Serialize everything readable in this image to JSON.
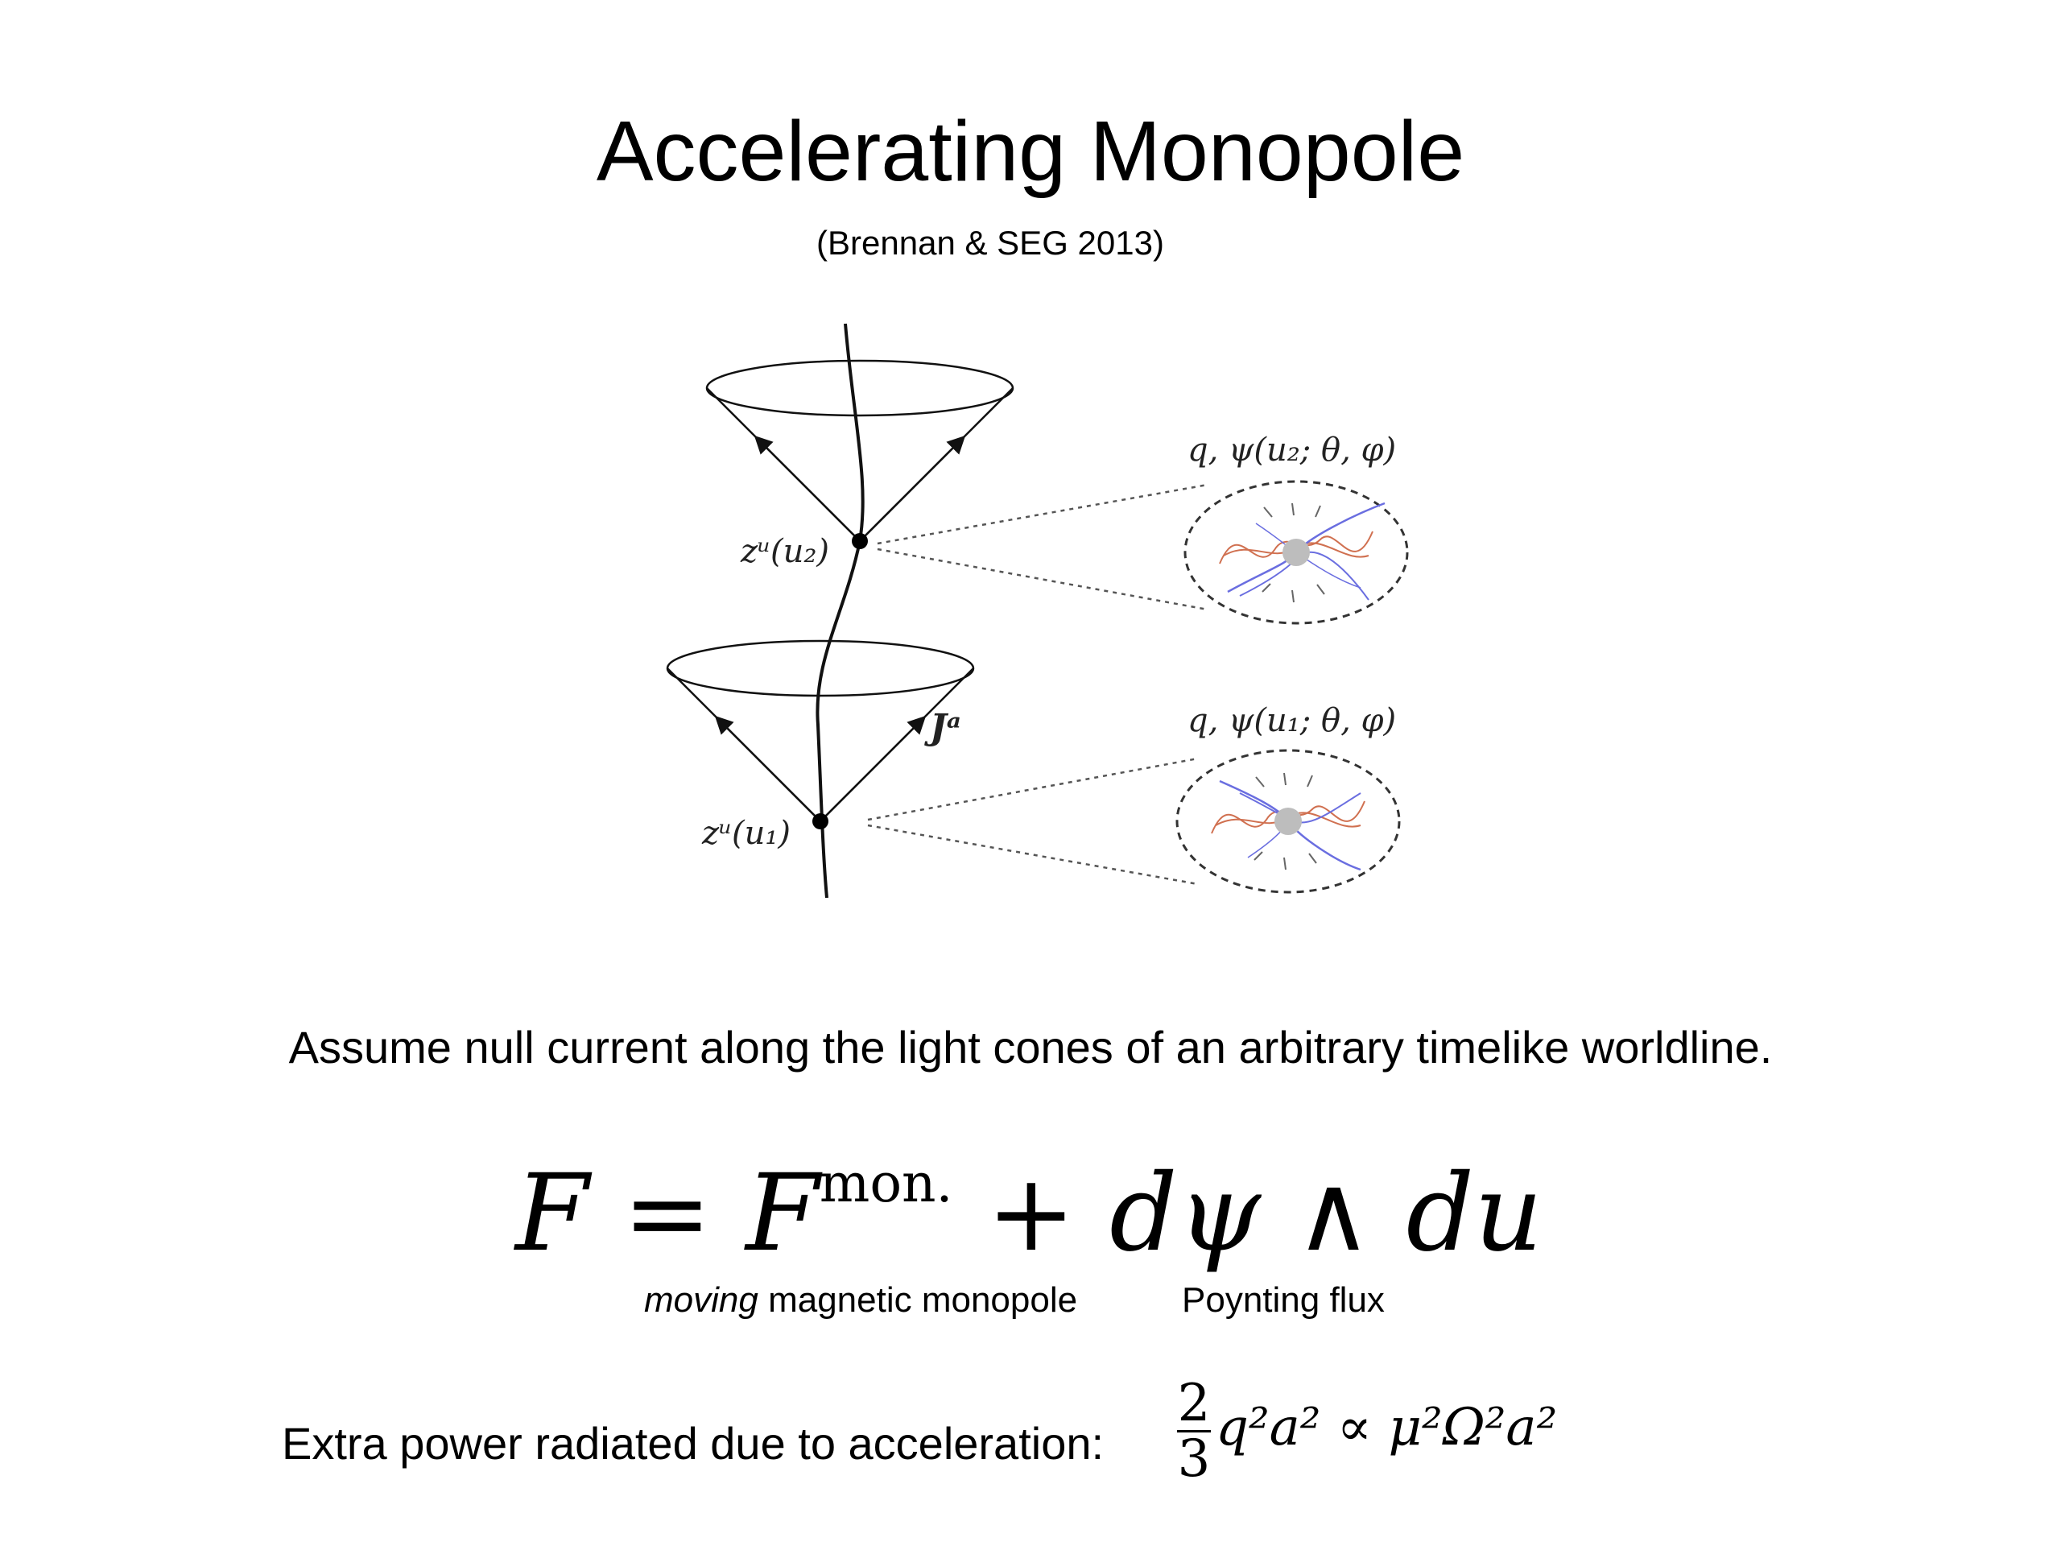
{
  "slide": {
    "title": "Accelerating Monopole",
    "subtitle": "(Brennan & SEG 2013)",
    "statement": "Assume null current along the light cones of an arbitrary timelike worldline.",
    "equation": {
      "lhs": "F",
      "equals": "=",
      "term1_base": "F",
      "term1_sup": "mon.",
      "plus": "+",
      "term2": "dψ ∧ du"
    },
    "captions": {
      "monopole_emph": "moving",
      "monopole_rest": " magnetic monopole",
      "flux": "Poynting flux"
    },
    "power": {
      "label": "Extra power radiated due to acceleration:",
      "frac_num": "2",
      "frac_den": "3",
      "lhs_rest": "q²a²",
      "proportional": "∝",
      "rhs": "μ²Ω²a²"
    }
  },
  "diagram": {
    "labels": {
      "upper_event": "zᵘ(u₂)",
      "lower_event": "zᵘ(u₁)",
      "current": "Jᵃ",
      "upper_charge": "q, ψ(u₂; θ, φ)",
      "lower_charge": "q, ψ(u₁; θ, φ)"
    },
    "colors": {
      "ink": "#111111",
      "dashed": "#555555",
      "field_lines_blue": "#6a6ee0",
      "wave_red": "#d07050",
      "charge_gray": "#bdbdbd"
    }
  }
}
